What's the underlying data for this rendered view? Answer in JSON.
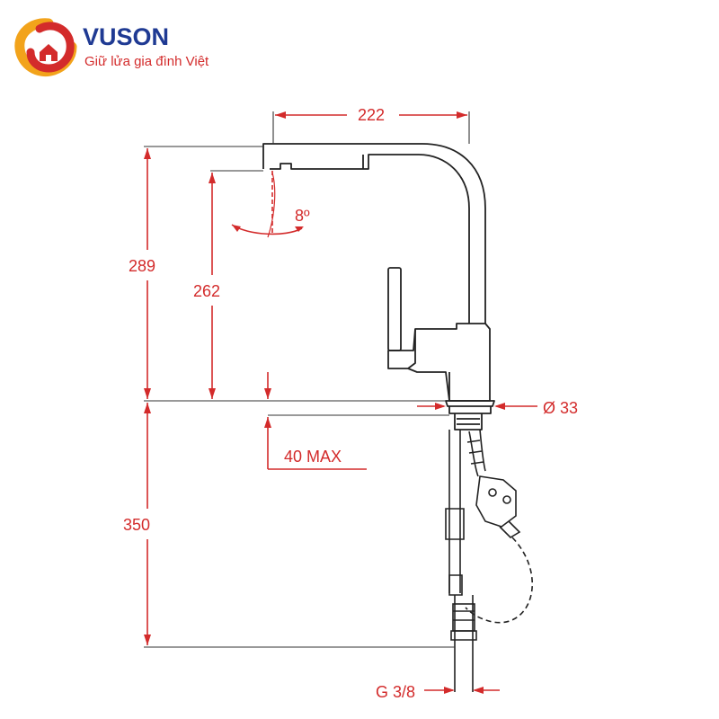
{
  "brand": {
    "name": "VUSON",
    "slogan": "Giữ lửa gia đình Việt"
  },
  "drawing": {
    "dimensions": {
      "spout_reach": "222",
      "total_height": "289",
      "spout_height": "262",
      "spray_angle": "8º",
      "base_diameter": "Ø 33",
      "deck_thickness": "40 MAX",
      "hose_length": "350",
      "connection": "G 3/8"
    }
  },
  "colors": {
    "dimension": "#d32b2b",
    "outline": "#222222",
    "brand_blue": "#1f3a93",
    "brand_red": "#d32b2b"
  }
}
